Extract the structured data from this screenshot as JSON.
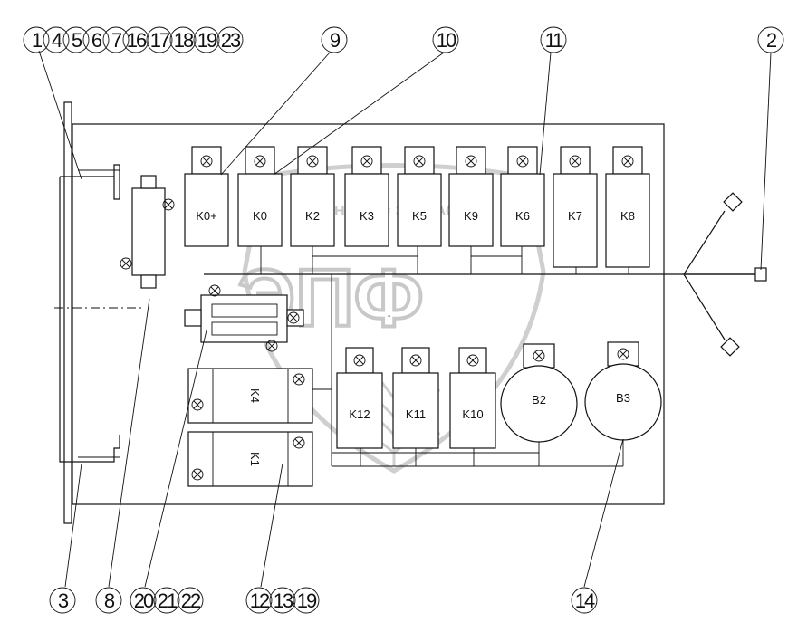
{
  "watermark": {
    "line1": "ТЕХНИКА ⚙ ЗАПЧАСТИ",
    "logo": "ЭПФ"
  },
  "callouts": {
    "top_left_group": [
      "1",
      "4",
      "5",
      "6",
      "7",
      "16",
      "17",
      "18",
      "19",
      "23"
    ],
    "item_9": "9",
    "item_10": "10",
    "item_11": "11",
    "item_2": "2",
    "item_3": "3",
    "item_8": "8",
    "bottom_group_a": [
      "20",
      "21",
      "22"
    ],
    "bottom_group_b": [
      "12",
      "13",
      "19"
    ],
    "item_14": "14"
  },
  "relays_top": [
    "K0+",
    "K0",
    "K2",
    "K3",
    "K5",
    "K9",
    "K6",
    "K7",
    "K8"
  ],
  "relays_mid": [
    "K12",
    "K11",
    "K10"
  ],
  "horizontal_relays": [
    "K4",
    "K1"
  ],
  "buzzers": [
    "B2",
    "B3"
  ],
  "glyph_mark": "-"
}
